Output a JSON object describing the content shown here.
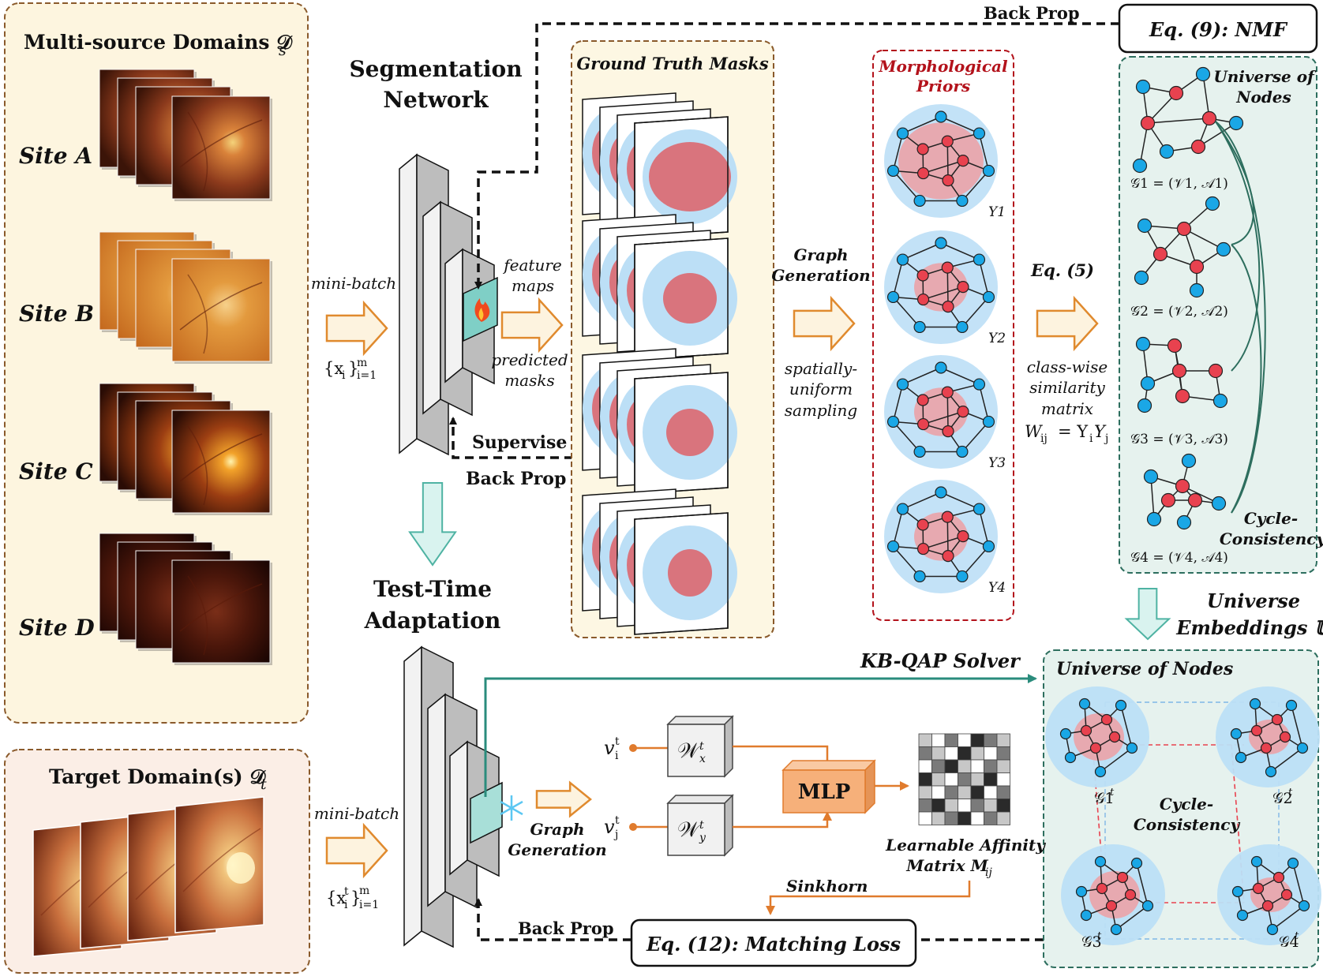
{
  "panels": {
    "source": {
      "title": "Multi-source Domains 𝒟",
      "sub": "s",
      "sites": [
        "Site A",
        "Site B",
        "Site C",
        "Site D"
      ]
    },
    "target": {
      "title": "Target Domain(s) 𝒟",
      "sub": "t"
    }
  },
  "network": {
    "seg_title_1": "Segmentation",
    "seg_title_2": "Network",
    "tta_title_1": "Test-Time",
    "tta_title_2": "Adaptation"
  },
  "labels": {
    "mini_batch": "mini-batch",
    "xi": "{x",
    "xi_sub": "i",
    "xi_rest": "}",
    "m": "m",
    "i1": "i=1",
    "xit": "{x",
    "t": "t",
    "xit_rest": "}",
    "feature_maps_1": "feature",
    "feature_maps_2": "maps",
    "predicted_1": "predicted",
    "predicted_2": "masks",
    "supervise": "Supervise",
    "back_prop": "Back Prop",
    "graph_generation_1": "Graph",
    "graph_generation_2": "Generation",
    "spatially_1": "spatially-",
    "spatially_2": "uniform",
    "spatially_3": "sampling",
    "eq5": "Eq. (5)",
    "class_wise_1": "class-wise",
    "class_wise_2": "similarity",
    "class_wise_3": "matrix",
    "wij": "W",
    "wij_sub": "ij",
    "wij_eq": "= Y",
    "wij_i": "i",
    "wij_y": "Y",
    "wij_j": "j",
    "eq9": "Eq. (9): NMF",
    "eq12": "Eq. (12): Matching Loss",
    "kbqap": "KB-QAP Solver",
    "sinkhorn": "Sinkhorn",
    "mlp": "MLP",
    "aff_1": "Learnable Affinity",
    "aff_2": "Matrix M",
    "aff_sub": "ij",
    "universe_emb_1": "Universe",
    "universe_emb_2": "Embeddings 𝕌",
    "gt_masks": "Ground Truth Masks",
    "morph_1": "Morphological",
    "morph_2": "Priors",
    "univ_nodes_1": "Universe of",
    "univ_nodes_2": "Nodes",
    "univ_nodes": "Universe of Nodes",
    "cycle_1": "Cycle-",
    "cycle_2": "Consistency",
    "vit": "v",
    "vjt": "v",
    "wx": "𝒲",
    "wy": "𝒲"
  },
  "priors": [
    "Y1",
    "Y2",
    "Y3",
    "Y4"
  ],
  "graphs": [
    "𝒢1 = (𝒱1, 𝒜1)",
    "𝒢2 = (𝒱2, 𝒜2)",
    "𝒢3 = (𝒱3, 𝒜3)",
    "𝒢4 = (𝒱4, 𝒜4)"
  ],
  "target_graphs": [
    "𝒢1",
    "𝒢2",
    "𝒢3",
    "𝒢4"
  ],
  "colors": {
    "source_bg": "#fdf5df",
    "source_border": "#8a5a2b",
    "target_bg": "#fbeee6",
    "gt_bg": "#fdf7e3",
    "teal_bg": "#e6f2ee",
    "teal_border": "#2d6e5e",
    "red_border": "#b3121b",
    "arrow_fill": "#fdf3df",
    "arrow_stroke": "#e08a2e",
    "orange": "#e07b2d",
    "teal_line": "#2a8c7c",
    "mlp": "#f6b07a",
    "node_red": "#e8424f",
    "node_blue": "#1aa7e6",
    "mask_blue": "#bcdff6",
    "mask_red": "#d9747d"
  }
}
